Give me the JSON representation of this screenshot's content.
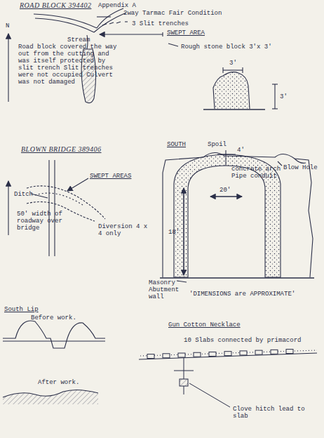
{
  "diagram": {
    "labels": [
      "ROAD BLOCK 394402",
      "Appendix A",
      "N",
      "2way Tarmac Fair Condition",
      "3 Slit trenches",
      "Stream",
      "SWEPT AREA",
      "Road block covered the way out from the cutting and was itself protected by slit trench Slit trenches were not occupied Culvert was not damaged",
      "Rough stone block 3'x 3'",
      "3'",
      "3'",
      "BLOWN BRIDGE 389406",
      "SWEPT AREAS",
      "Ditch",
      "50' width of roadway over bridge",
      "Diversion 4 x 4 only",
      "Spoil",
      "SOUTH",
      "concrete arch",
      "Pipe conduit",
      "4'",
      "Blow Hole",
      "20'",
      "18'",
      "Masonry Abutment wall",
      "'DIMENSIONS are APPROXIMATE'",
      "South Lip",
      "Before work.",
      "After work.",
      "Gun Cotton Necklace",
      "10 Slabs connected by primacord",
      "Clove hitch lead to slab"
    ]
  }
}
